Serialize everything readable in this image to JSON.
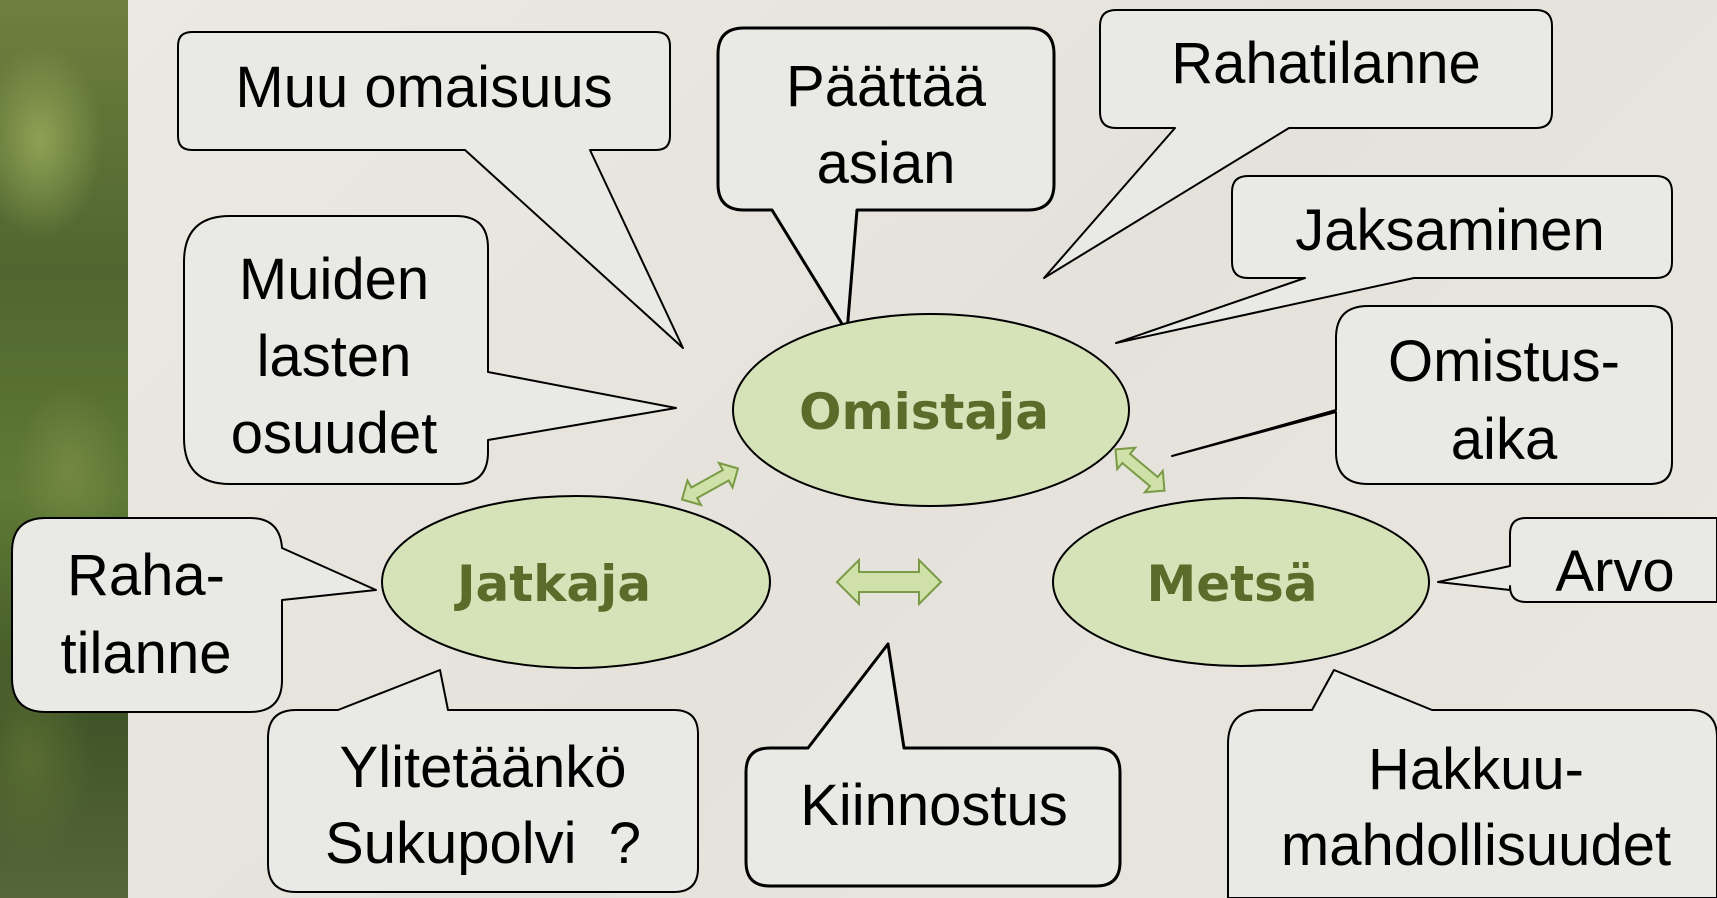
{
  "nodes": {
    "omistaja": "Omistaja",
    "jatkaja": "Jatkaja",
    "metsa": "Metsä"
  },
  "callouts": {
    "muu_omaisuus": "Muu omaisuus",
    "paattaa_1": "Päättää",
    "paattaa_2": "asian",
    "rahatilanne": "Rahatilanne",
    "jaksaminen": "Jaksaminen",
    "muiden_1": "Muiden",
    "muiden_2": "lasten",
    "muiden_3": "osuudet",
    "omistusaika_1": "Omistus-",
    "omistusaika_2": "aika",
    "raha_1": "Raha-",
    "raha_2": "tilanne",
    "arvo": "Arvo",
    "ylitetaanko_1": "Ylitetäänkö",
    "ylitetaanko_2": "Sukupolvi  ?",
    "kiinnostus": "Kiinnostus",
    "hakkuu_1": "Hakkuu-",
    "hakkuu_2": "mahdollisuudet"
  },
  "colors": {
    "node_fill": "#d6e3b8",
    "node_text": "#5b6b2a",
    "callout_fill": "#e9e9e6",
    "arrow_fill": "#cfe0a8",
    "arrow_stroke": "#7a9a45"
  }
}
